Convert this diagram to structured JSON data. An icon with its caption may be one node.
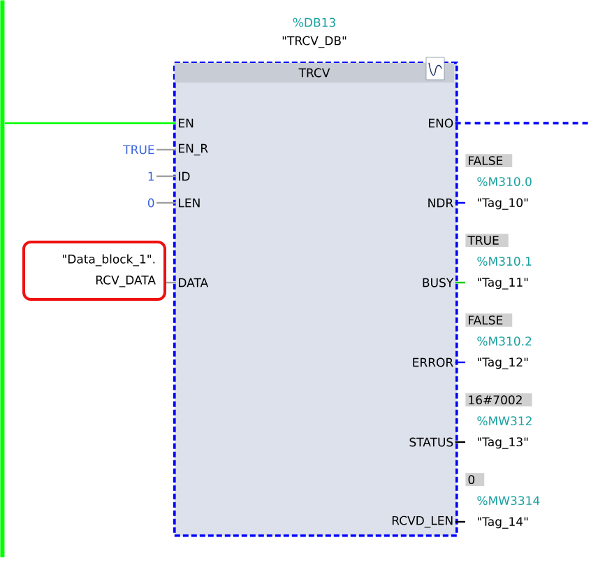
{
  "diagram": {
    "nodes": [
      {
        "text": [],
        "shape": "bar"
      },
      {
        "text": [
          "TRCV"
        ],
        "beside": [
          "%DB13",
          "\"TRCV_DB\""
        ]
      },
      {
        "text": [
          "EN"
        ],
        "in": 1
      },
      {
        "text": [
          "ENO"
        ],
        "in": 1
      },
      {
        "text": [
          "EN_R"
        ],
        "in": 1
      },
      {
        "text": [
          "ID"
        ],
        "in": 1
      },
      {
        "text": [
          "LEN"
        ],
        "in": 1
      },
      {
        "text": [
          "NDR"
        ],
        "in": 1
      },
      {
        "text": [
          "DATA"
        ],
        "in": 1
      },
      {
        "text": [
          "BUSY"
        ],
        "in": 1
      },
      {
        "text": [
          "ERROR"
        ],
        "in": 1
      },
      {
        "text": [
          "STATUS"
        ],
        "in": 1
      },
      {
        "text": [
          "RCVD_LEN"
        ],
        "in": 1
      },
      {
        "text": [
          "TRUE"
        ]
      },
      {
        "text": [
          "1"
        ]
      },
      {
        "text": [
          "0"
        ]
      },
      {
        "text": [
          "\"Data_block_1\". RCV_DATA"
        ]
      },
      {
        "text": [
          "FALSE",
          "%M310.0",
          "\"Tag_10\""
        ]
      },
      {
        "text": [
          "TRUE",
          "%M310.1",
          "\"Tag_11\""
        ]
      },
      {
        "text": [
          "FALSE",
          "%M310.2",
          "\"Tag_12\""
        ]
      },
      {
        "text": [
          "16#7002",
          "%MW312",
          "\"Tag_13\""
        ]
      },
      {
        "text": [
          "0",
          "%MW3314",
          "\"Tag_14\""
        ]
      }
    ],
    "edges": [
      {
        "from": 0,
        "to": 2,
        "arrow": "none",
        "color": "#00ff00"
      },
      {
        "from": 3,
        "to": null,
        "arrow": "none",
        "style": "dashed",
        "color": "#0000ff"
      },
      {
        "from": 13,
        "to": 4,
        "arrow": "none",
        "color": "#a0a0a0"
      },
      {
        "from": 14,
        "to": 5,
        "arrow": "none",
        "color": "#a0a0a0"
      },
      {
        "from": 15,
        "to": 6,
        "arrow": "none",
        "color": "#a0a0a0"
      },
      {
        "from": 16,
        "to": 8,
        "arrow": "none",
        "color": "#a0a0a0"
      },
      {
        "from": 7,
        "to": 17,
        "arrow": "none",
        "color": "#0000ff"
      },
      {
        "from": 9,
        "to": 18,
        "arrow": "none",
        "color": "#00cc00"
      },
      {
        "from": 10,
        "to": 19,
        "arrow": "none",
        "color": "#0000ff"
      },
      {
        "from": 11,
        "to": 20,
        "arrow": "none",
        "color": "#000000"
      },
      {
        "from": 12,
        "to": 21,
        "arrow": "none",
        "color": "#000000"
      }
    ]
  }
}
